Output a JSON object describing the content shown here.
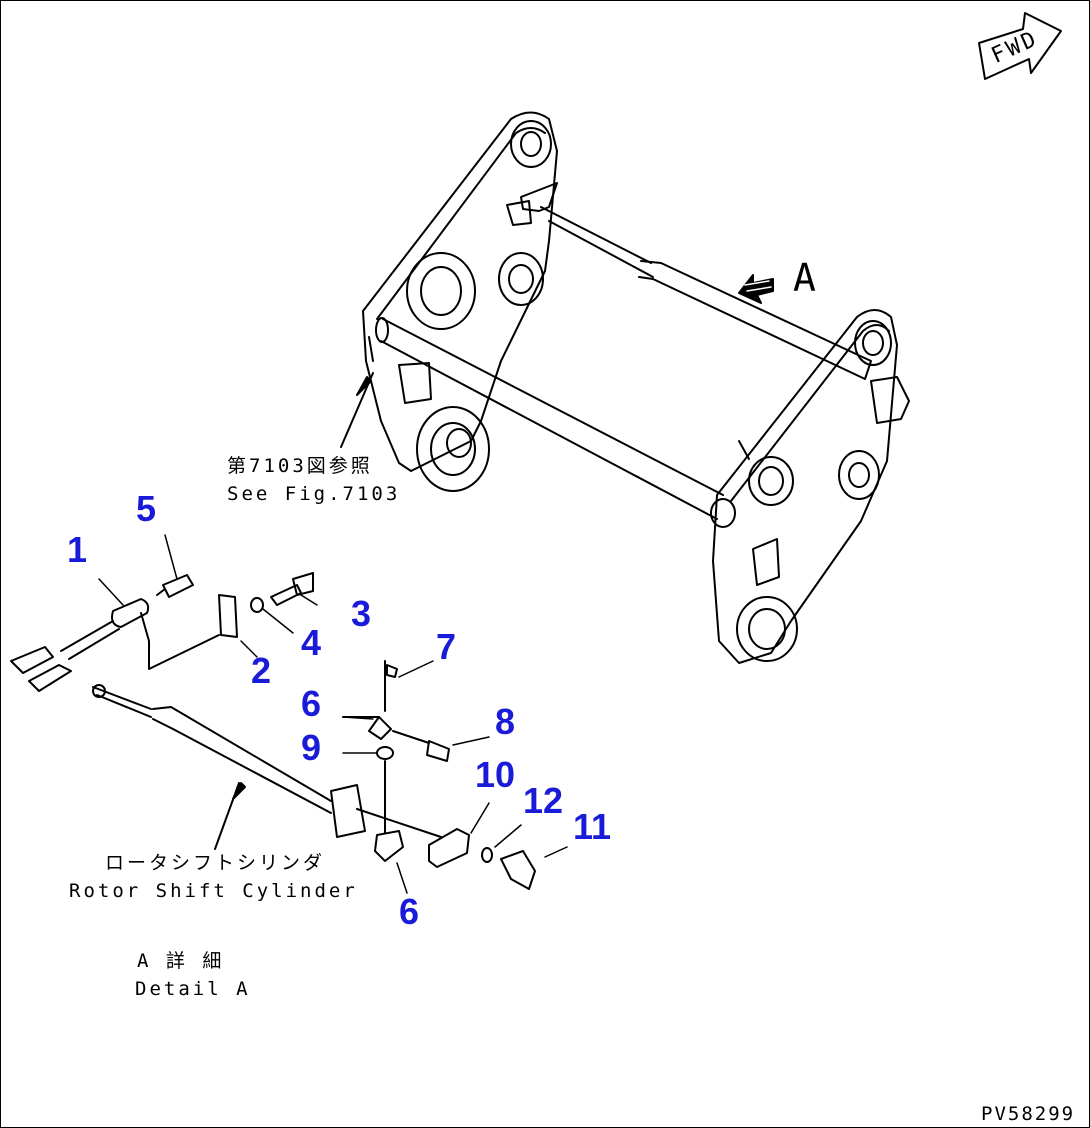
{
  "drawing_id": "PV58299",
  "fwd_label": "FWD",
  "view_marker": "A",
  "frame_ref": {
    "jp": "第7103図参照",
    "en": "See Fig.7103"
  },
  "cylinder_label": {
    "jp": "ロータシフトシリンダ",
    "en": "Rotor Shift Cylinder"
  },
  "detail_label": {
    "jp": "A 詳 細",
    "en": "Detail A"
  },
  "callouts": {
    "c1": "1",
    "c2": "2",
    "c3": "3",
    "c4": "4",
    "c5": "5",
    "c6a": "6",
    "c6b": "6",
    "c7": "7",
    "c8": "8",
    "c9": "9",
    "c10": "10",
    "c11": "11",
    "c12": "12"
  },
  "colors": {
    "callout": "#1a1ad9",
    "line": "#000000"
  }
}
